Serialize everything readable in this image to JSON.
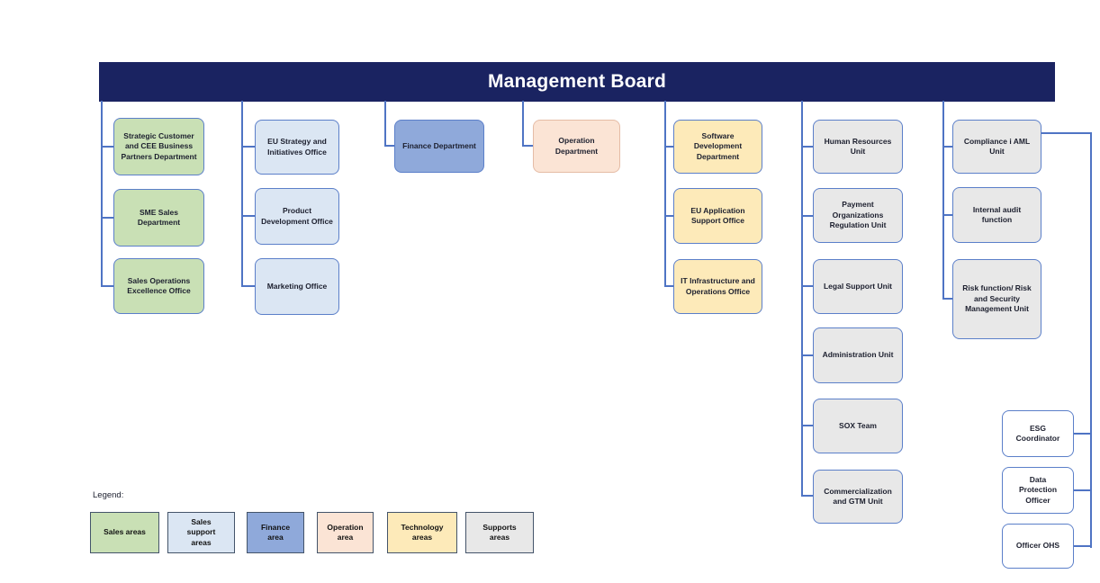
{
  "header": {
    "title": "Management Board"
  },
  "colors": {
    "header_bg": "#1a2361",
    "connector": "#4f74c4",
    "box_border": "#5b7fc9",
    "operation_border": "#e5bca6",
    "legend_border": "#44546a",
    "sales": "#c9e0b5",
    "sales_support": "#dbe6f3",
    "finance": "#8fa9da",
    "operation": "#fbe4d5",
    "technology": "#fdeab9",
    "supports": "#e8e8e8",
    "independent": "#ffffff"
  },
  "columns": [
    {
      "area": "sales",
      "boxes": [
        "Strategic Customer and CEE Business Partners Department",
        "SME Sales Department",
        "Sales Operations Excellence Office"
      ]
    },
    {
      "area": "sales_support",
      "boxes": [
        "EU Strategy and Initiatives Office",
        "Product Development Office",
        "Marketing Office"
      ]
    },
    {
      "area": "finance",
      "boxes": [
        "Finance Department"
      ]
    },
    {
      "area": "operation",
      "boxes": [
        "Operation Department"
      ]
    },
    {
      "area": "technology",
      "boxes": [
        "Software Development Department",
        "EU Application Support Office",
        "IT Infrastructure and Operations Office"
      ]
    },
    {
      "area": "supports",
      "boxes": [
        "Human Resources Unit",
        "Payment Organizations Regulation Unit",
        "Legal Support Unit",
        "Administration Unit",
        "SOX Team",
        "Commercialization and GTM Unit"
      ]
    },
    {
      "area": "supports",
      "boxes": [
        "Compliance i AML Unit",
        "Internal audit function",
        "Risk function/ Risk and Security Management Unit"
      ]
    }
  ],
  "officers": [
    "ESG Coordinator",
    "Data Protection Officer",
    "Officer OHS"
  ],
  "legend": {
    "label": "Legend:",
    "items": [
      {
        "label": "Sales areas",
        "area": "sales"
      },
      {
        "label": "Sales\nsupport\nareas",
        "area": "sales_support"
      },
      {
        "label": "Finance\narea",
        "area": "finance"
      },
      {
        "label": "Operation\narea",
        "area": "operation"
      },
      {
        "label": "Technology\nareas",
        "area": "technology"
      },
      {
        "label": "Supports\nareas",
        "area": "supports"
      }
    ]
  }
}
